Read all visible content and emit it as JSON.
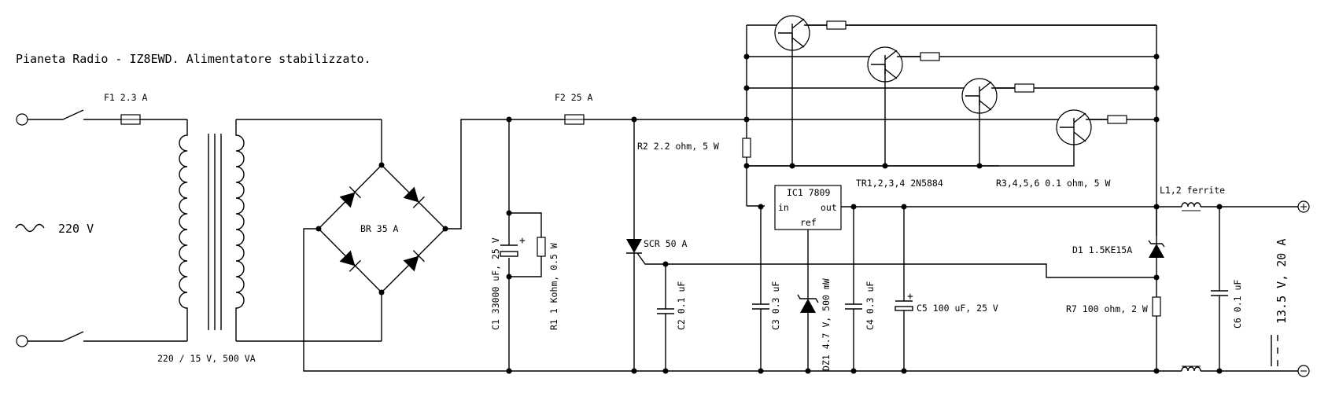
{
  "title": "Pianeta Radio - IZ8EWD. Alimentatore stabilizzato.",
  "labels": {
    "f1": "F1 2.3 A",
    "f2": "F2 25 A",
    "ac_in": "220 V",
    "transformer": "220 / 15 V, 500 VA",
    "bridge": "BR 35 A",
    "c1": "C1 33000 uF, 25 V",
    "r1": "R1 1 Kohm, 0.5 W",
    "r2": "R2 2.2 ohm, 5  W",
    "scr": "SCR 50 A",
    "c2": "C2 0.1 uF",
    "ic1": "IC1 7809",
    "ic_in": "in",
    "ic_out": "out",
    "ic_ref": "ref",
    "c3": "C3 0.3 uF",
    "dz1": "DZ1 4.7 V, 500 mW",
    "c4": "C4 0.3 uF",
    "c5": "C5 100 uF, 25 V",
    "tr": "TR1,2,3,4 2N5884",
    "r3456": "R3,4,5,6 0.1 ohm, 5 W",
    "l12": "L1,2 ferrite",
    "d1": "D1 1.5KE15A",
    "r7": "R7 100 ohm, 2 W",
    "c6": "C6 0.1 uF",
    "output": "13.5 V, 20 A",
    "plus": "+",
    "minus": "−"
  }
}
